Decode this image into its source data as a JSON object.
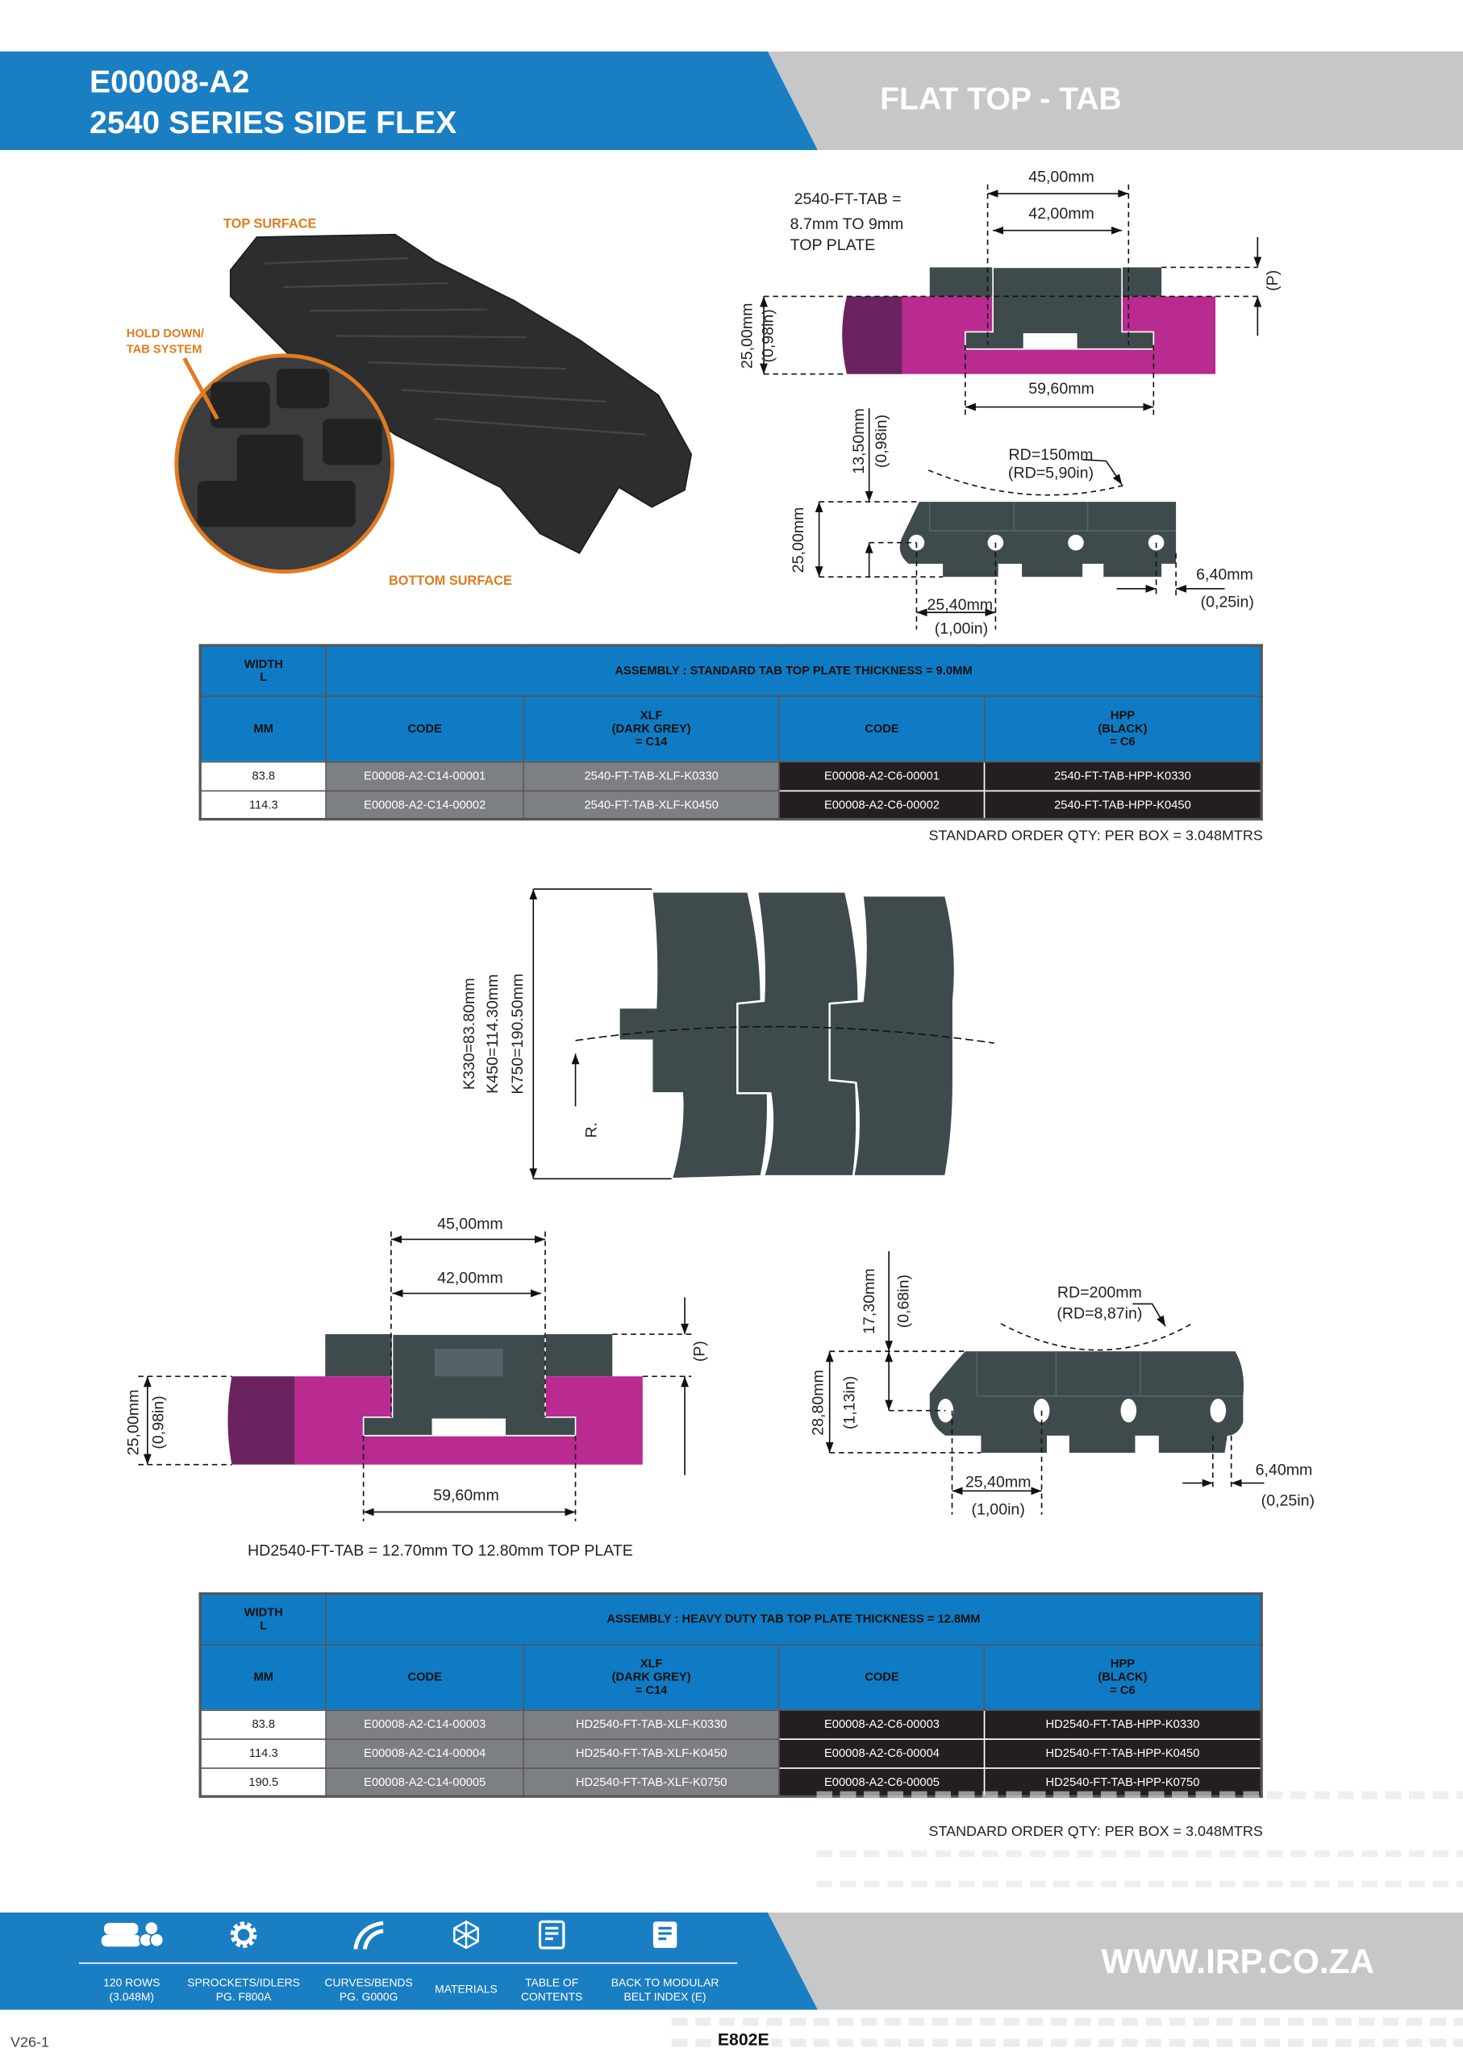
{
  "header": {
    "code": "E00008-A2",
    "series": "2540 SERIES SIDE FLEX",
    "category": "FLAT TOP - TAB"
  },
  "photo": {
    "top_surface": "TOP SURFACE",
    "hold_down_1": "HOLD DOWN/",
    "hold_down_2": "TAB SYSTEM",
    "bottom_surface": "BOTTOM SURFACE"
  },
  "drawing_std": {
    "note1": "2540-FT-TAB  =",
    "note2": "8.7mm TO 9mm",
    "note3": "TOP PLATE",
    "w45": "45,00mm",
    "w42": "42,00mm",
    "w59": "59,60mm",
    "h25": "25,00mm",
    "h25in": "(0,98in)",
    "p": "(P)"
  },
  "side_std": {
    "h13": "13,50mm",
    "h13in": "(0,98in)",
    "rd": "RD=150mm",
    "rdin": "(RD=5,90in)",
    "h25": "25,00mm",
    "pitch": "25,40mm",
    "pitchin": "(1,00in)",
    "off": "6,40mm",
    "offin": "(0,25in)"
  },
  "curve": {
    "k330": "K330=83.80mm",
    "k450": "K450=114.30mm",
    "k750": "K750=190.50mm",
    "r": "R."
  },
  "drawing_hd": {
    "w45": "45,00mm",
    "w42": "42,00mm",
    "w59": "59,60mm",
    "h25": "25,00mm",
    "h25in": "(0,98in)",
    "p": "(P)",
    "note": "HD2540-FT-TAB  = 12.70mm TO 12.80mm TOP PLATE"
  },
  "side_hd": {
    "h17": "17,30mm",
    "h17in": "(0,68in)",
    "rd": "RD=200mm",
    "rdin": "(RD=8,87in)",
    "h28": "28,80mm",
    "h28in": "(1,13in)",
    "pitch": "25,40mm",
    "pitchin": "(1,00in)",
    "off": "6,40mm",
    "offin": "(0,25in)"
  },
  "table_std": {
    "width_h1": "WIDTH",
    "width_h2": "L",
    "assembly": "ASSEMBLY : STANDARD TAB  TOP PLATE THICKNESS = 9.0MM",
    "mm": "MM",
    "code": "CODE",
    "xlf1": "XLF",
    "xlf2": "(DARK GREY)",
    "xlf3": "= C14",
    "code2": "CODE",
    "hpp1": "HPP",
    "hpp2": "(BLACK)",
    "hpp3": "= C6",
    "rows": [
      [
        "83.8",
        "E00008-A2-C14-00001",
        "2540-FT-TAB-XLF-K0330",
        "E00008-A2-C6-00001",
        "2540-FT-TAB-HPP-K0330"
      ],
      [
        "114.3",
        "E00008-A2-C14-00002",
        "2540-FT-TAB-XLF-K0450",
        "E00008-A2-C6-00002",
        "2540-FT-TAB-HPP-K0450"
      ]
    ],
    "order": "STANDARD ORDER QTY: PER BOX = 3.048MTRS"
  },
  "table_hd": {
    "width_h1": "WIDTH",
    "width_h2": "L",
    "assembly": "ASSEMBLY : HEAVY DUTY TAB  TOP PLATE THICKNESS = 12.8MM",
    "mm": "MM",
    "code": "CODE",
    "xlf1": "XLF",
    "xlf2": "(DARK GREY)",
    "xlf3": "= C14",
    "code2": "CODE",
    "hpp1": "HPP",
    "hpp2": "(BLACK)",
    "hpp3": "= C6",
    "rows": [
      [
        "83.8",
        "E00008-A2-C14-00003",
        "HD2540-FT-TAB-XLF-K0330",
        "E00008-A2-C6-00003",
        "HD2540-FT-TAB-HPP-K0330"
      ],
      [
        "114.3",
        "E00008-A2-C14-00004",
        "HD2540-FT-TAB-XLF-K0450",
        "E00008-A2-C6-00004",
        "HD2540-FT-TAB-HPP-K0450"
      ],
      [
        "190.5",
        "E00008-A2-C14-00005",
        "HD2540-FT-TAB-XLF-K0750",
        "E00008-A2-C6-00005",
        "HD2540-FT-TAB-HPP-K0750"
      ]
    ],
    "order": "STANDARD ORDER QTY: PER BOX = 3.048MTRS"
  },
  "footer": {
    "items": [
      {
        "l1": "120 ROWS",
        "l2": "(3.048M)",
        "icon": "rolls-icon"
      },
      {
        "l1": "SPROCKETS/IDLERS",
        "l2": "PG. F800A",
        "icon": "gear-icon"
      },
      {
        "l1": "CURVES/BENDS",
        "l2": "PG. G000G",
        "icon": "curve-icon"
      },
      {
        "l1": "MATERIALS",
        "l2": "",
        "icon": "molecule-icon"
      },
      {
        "l1": "TABLE OF",
        "l2": "CONTENTS",
        "icon": "document-icon"
      },
      {
        "l1": "BACK TO MODULAR",
        "l2": "BELT INDEX (E)",
        "icon": "document-icon"
      }
    ],
    "website": "WWW.IRP.CO.ZA",
    "version": "V26-1",
    "page": "E802E"
  },
  "colors": {
    "blue": "#1a7ec3",
    "gray": "#c6c7c9",
    "orange": "#e07b20",
    "magenta": "#b92b90",
    "belt": "#3f4a4d"
  }
}
